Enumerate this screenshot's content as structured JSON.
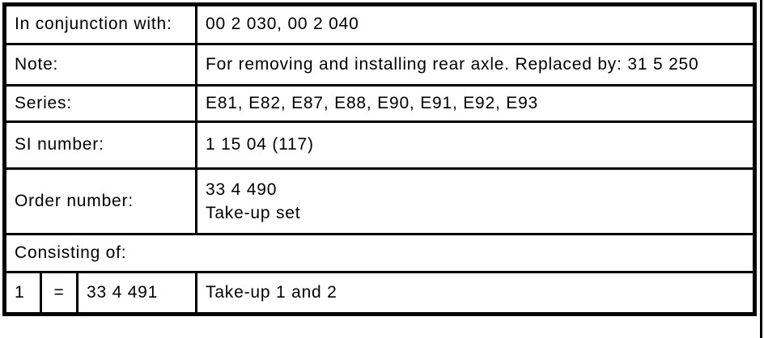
{
  "page": {
    "background_color": "#ffffff",
    "border_color": "#000000",
    "text_color": "#000000"
  },
  "table": {
    "rows": [
      {
        "label": "In conjunction with:",
        "value": "00 2 030, 00 2 040"
      },
      {
        "label": "Note:",
        "value": "For removing and installing rear axle. Replaced by: 31 5 250"
      },
      {
        "label": "Series:",
        "value": "E81, E82, E87, E88, E90, E91, E92, E93"
      },
      {
        "label": "SI number:",
        "value": "1 15 04 (117)"
      },
      {
        "label": "Order number:",
        "value_line1": "33 4 490",
        "value_line2": "Take-up set"
      }
    ],
    "section_header": "Consisting of:",
    "items": [
      {
        "index": "1",
        "equals": "=",
        "part_number": "33 4 491",
        "description": "Take-up 1 and 2"
      }
    ]
  }
}
